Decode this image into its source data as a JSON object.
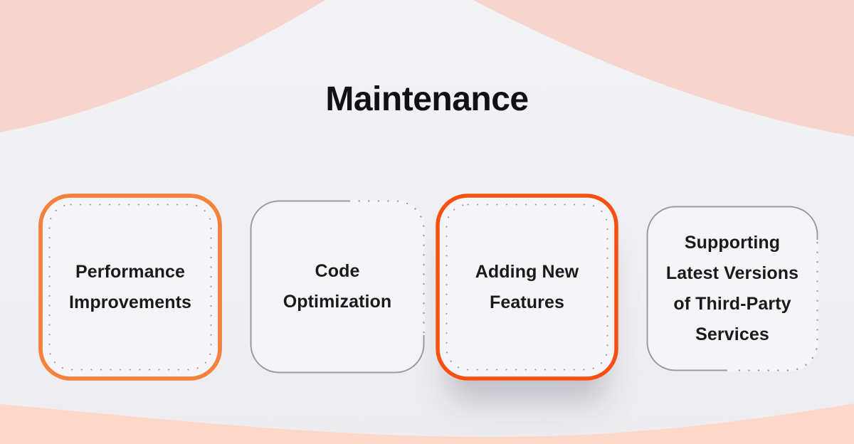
{
  "title": "Maintenance",
  "cards": [
    {
      "label": "Performance\nImprovements",
      "variant": "orange-solid-with-inner-dots"
    },
    {
      "label": "Code\nOptimization",
      "variant": "gray-mixed-solid-dotted"
    },
    {
      "label": "Adding New\nFeatures",
      "variant": "red-orange-solid-with-inner-dots"
    },
    {
      "label": "Supporting\nLatest Versions\nof Third-Party\nServices",
      "variant": "gray-mixed-solid-dotted"
    }
  ],
  "colors": {
    "accent_orange": "#F5813C",
    "accent_red_orange": "#F94F10",
    "stroke_gray": "#9B9B9F",
    "dot_gray": "#9A9A9E",
    "card_bg": "#f5f5f7",
    "top_wave_pink": "#f6d5ce",
    "bottom_wave_pink": "#fdd8ca",
    "title_color": "#111114",
    "text_color": "#1a1a1c"
  }
}
